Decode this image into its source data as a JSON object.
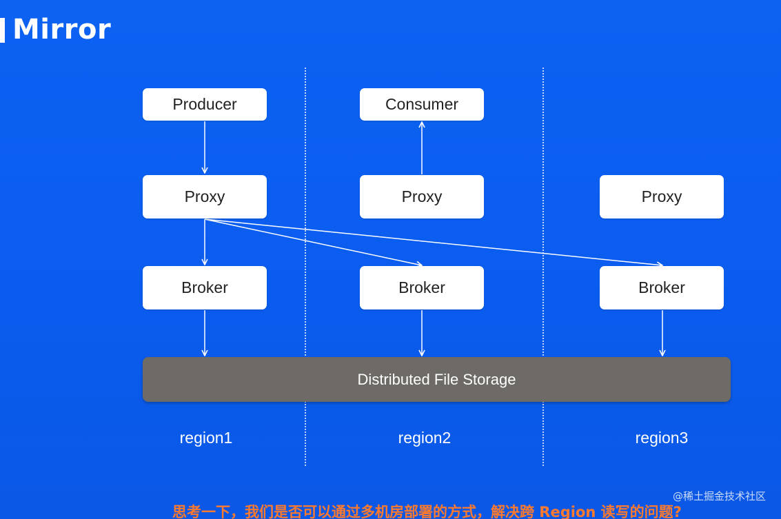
{
  "slide": {
    "title": "Mirror",
    "caption": "思考一下，我们是否可以通过多机房部署的方式，解决跨 Region 读写的问题?",
    "watermark": "@稀土掘金技术社区"
  },
  "diagram": {
    "regions": [
      {
        "label": "region1",
        "top_box": "Producer",
        "proxy": "Proxy",
        "broker": "Broker"
      },
      {
        "label": "region2",
        "top_box": "Consumer",
        "proxy": "Proxy",
        "broker": "Broker"
      },
      {
        "label": "region3",
        "proxy": "Proxy",
        "broker": "Broker"
      }
    ],
    "storage": "Distributed File Storage"
  },
  "colors": {
    "background": "#0b5ff0",
    "box": "#ffffff",
    "storage": "#6e6a66",
    "caption": "#ff7a2e"
  }
}
